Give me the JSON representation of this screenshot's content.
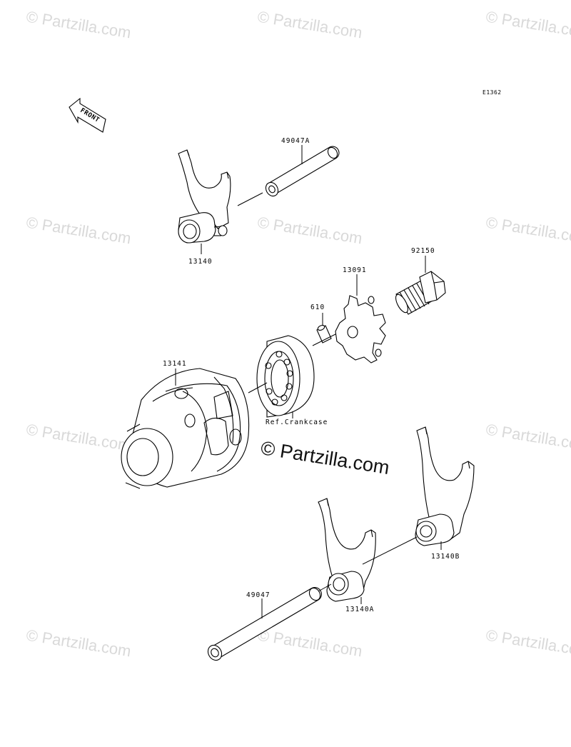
{
  "diagram": {
    "code": "E1362",
    "front_label": "FRONT",
    "reference_note": "Ref.Crankcase",
    "watermark": "© Partzilla.com",
    "parts": [
      {
        "id": "p-49047A",
        "number": "49047A"
      },
      {
        "id": "p-13140",
        "number": "13140"
      },
      {
        "id": "p-92150",
        "number": "92150"
      },
      {
        "id": "p-13091",
        "number": "13091"
      },
      {
        "id": "p-610",
        "number": "610"
      },
      {
        "id": "p-13141",
        "number": "13141"
      },
      {
        "id": "p-13140B",
        "number": "13140B"
      },
      {
        "id": "p-49047",
        "number": "49047"
      },
      {
        "id": "p-13140A",
        "number": "13140A"
      }
    ]
  },
  "colors": {
    "line": "#000000",
    "watermark": "#c9c9c9",
    "background": "#ffffff"
  }
}
